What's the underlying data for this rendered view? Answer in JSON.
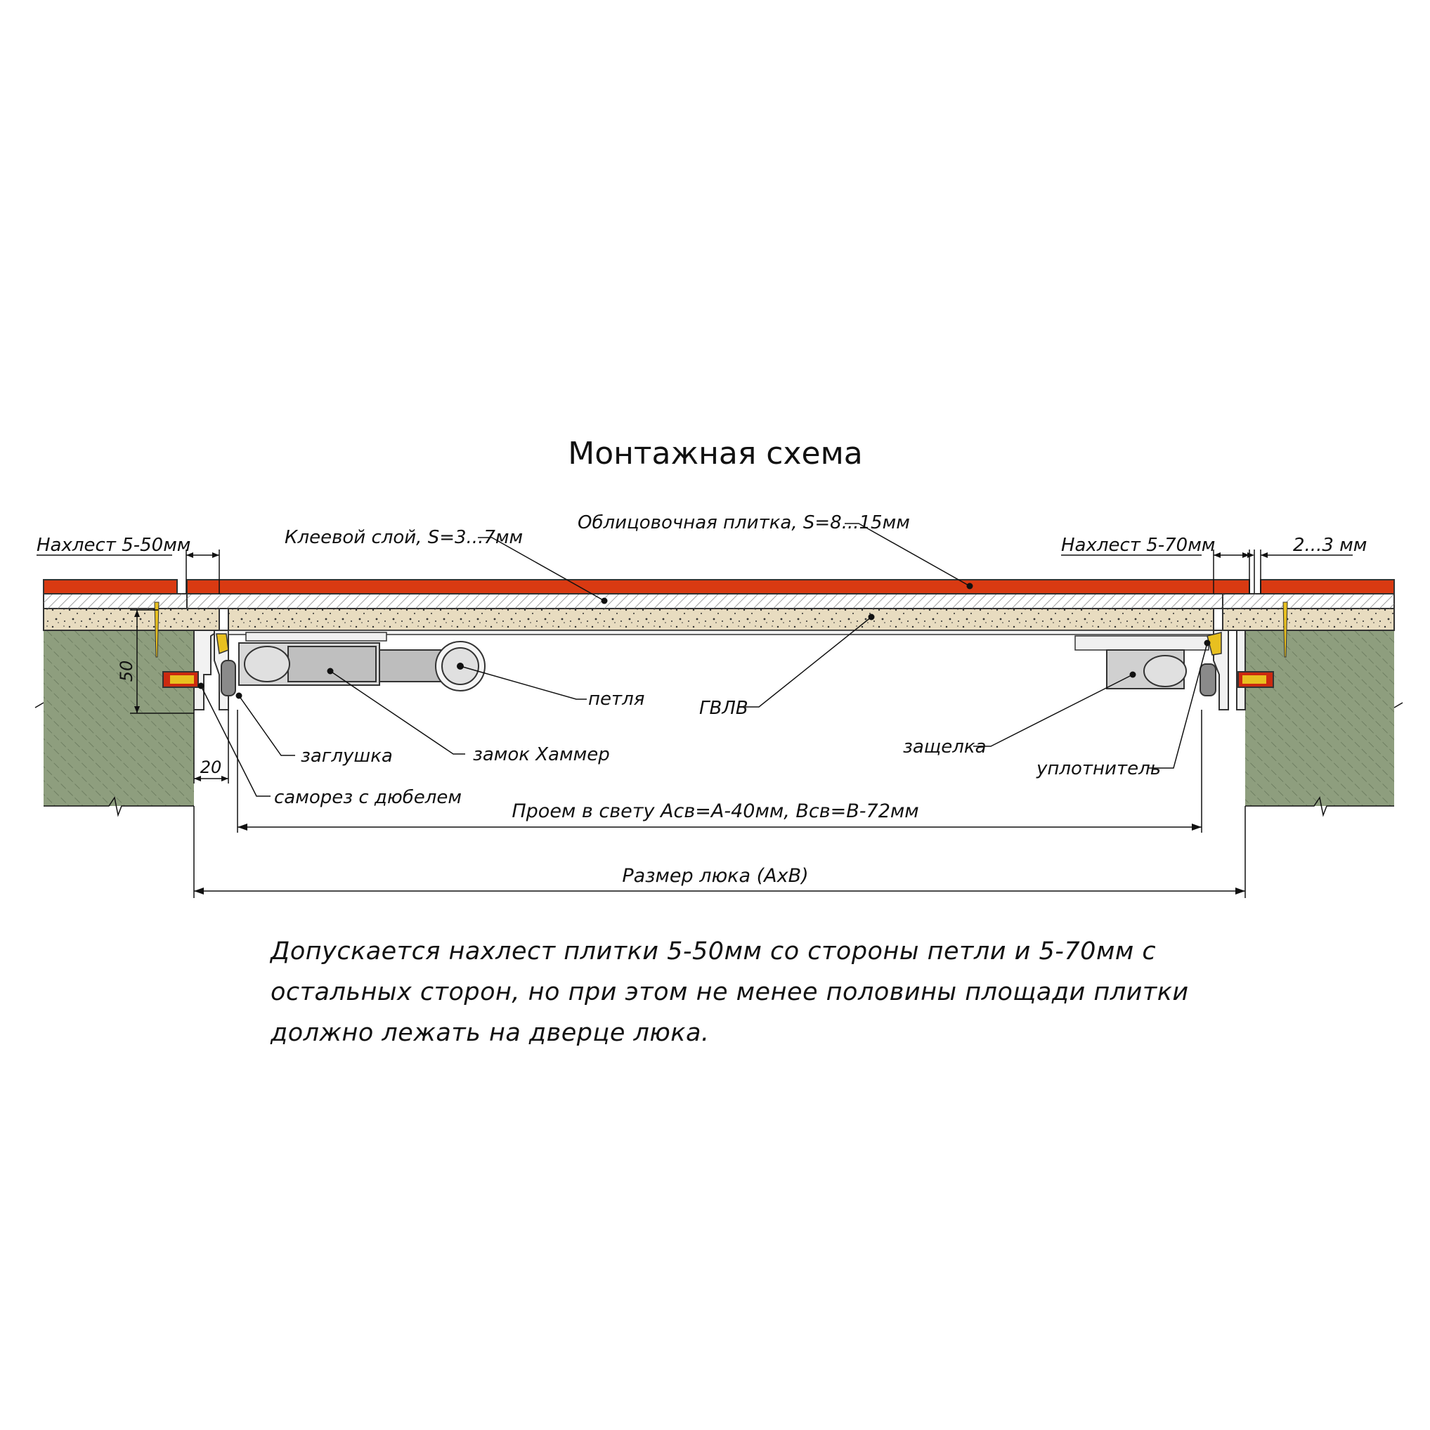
{
  "title": "Монтажная схема",
  "labels": {
    "overlap_left": "Нахлест 5-50мм",
    "adhesive": "Клеевой слой, S=3...7мм",
    "tile": "Облицовочная плитка, S=8...15мм",
    "overlap_right": "Нахлест 5-70мм",
    "gap": "2...3 мм",
    "dim_50": "50",
    "dim_20": "20",
    "hinge": "петля",
    "gvlv": "ГВЛВ",
    "plug": "заглушка",
    "lock": "замок Хаммер",
    "screw": "саморез с дюбелем",
    "latch": "защелка",
    "seal": "уплотнитель",
    "clear_opening": "Проем в свету Асв=А-40мм, Всв=В-72мм",
    "hatch_size": "Размер люка (АхВ)"
  },
  "note": "Допускается нахлест плитки 5-50мм со стороны петли и 5-70мм с остальных сторон, но при этом не менее половины площади плитки должно лежать на дверце люка.",
  "colors": {
    "tile": "#d93a12",
    "gvlv": "#e8dcc0",
    "wall": "#8e9e7e",
    "screw_yellow": "#e8c020",
    "dowel_red": "#cc2a10"
  }
}
